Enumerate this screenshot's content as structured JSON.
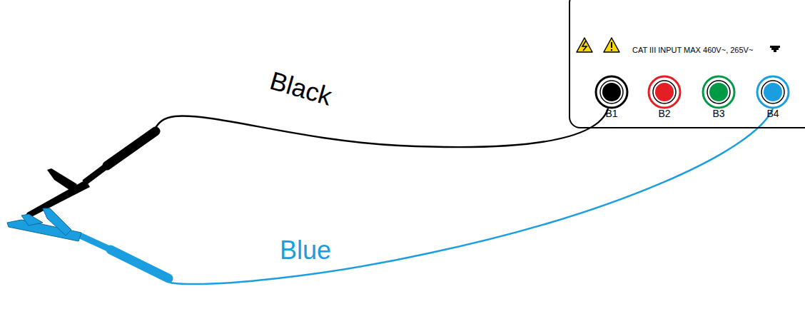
{
  "diagram": {
    "nodes": [
      {
        "text": [
          "CAT III INPUT MAX 460V~, 265V~"
        ]
      },
      {
        "text": [
          "B1"
        ],
        "in": 0
      },
      {
        "text": [
          "B2"
        ],
        "in": 0
      },
      {
        "text": [
          "B3"
        ],
        "in": 0
      },
      {
        "text": [
          "B4"
        ],
        "in": 0
      }
    ],
    "labels": [
      "Black",
      "Blue"
    ]
  }
}
